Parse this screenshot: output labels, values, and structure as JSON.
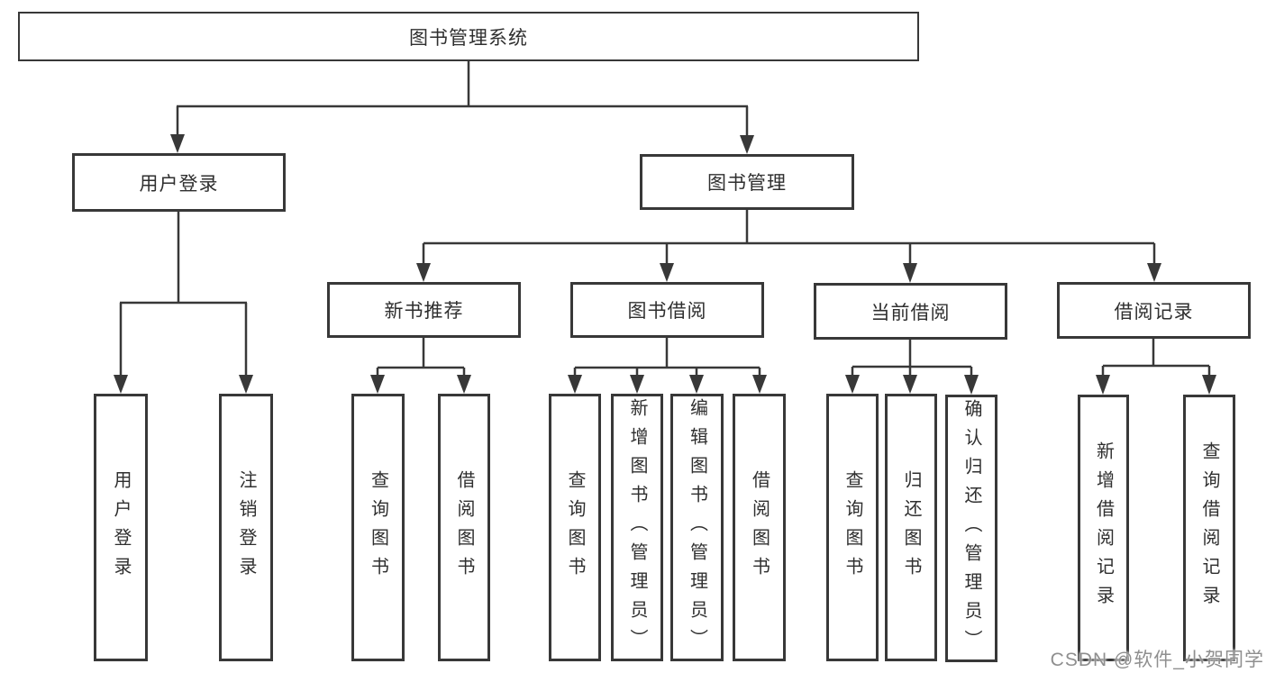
{
  "diagram": {
    "root": {
      "label": "图书管理系统"
    },
    "branches": [
      {
        "label": "用户登录",
        "children": [
          {
            "label": "用户登录"
          },
          {
            "label": "注销登录"
          }
        ]
      },
      {
        "label": "图书管理",
        "children": [
          {
            "label": "新书推荐",
            "children": [
              {
                "label": "查询图书"
              },
              {
                "label": "借阅图书"
              }
            ]
          },
          {
            "label": "图书借阅",
            "children": [
              {
                "label": "查询图书"
              },
              {
                "label": "新增图书（管理员）"
              },
              {
                "label": "编辑图书（管理员）"
              },
              {
                "label": "借阅图书"
              }
            ]
          },
          {
            "label": "当前借阅",
            "children": [
              {
                "label": "查询图书"
              },
              {
                "label": "归还图书"
              },
              {
                "label": "确认归还（管理员）"
              }
            ]
          },
          {
            "label": "借阅记录",
            "children": [
              {
                "label": "新增借阅记录"
              },
              {
                "label": "查询借阅记录"
              }
            ]
          }
        ]
      }
    ]
  },
  "watermark": {
    "text": "CSDN @软件_小贺同学"
  },
  "colors": {
    "line": "#383838",
    "text": "#2f2f2f",
    "watermark": "#8f8f8f"
  }
}
